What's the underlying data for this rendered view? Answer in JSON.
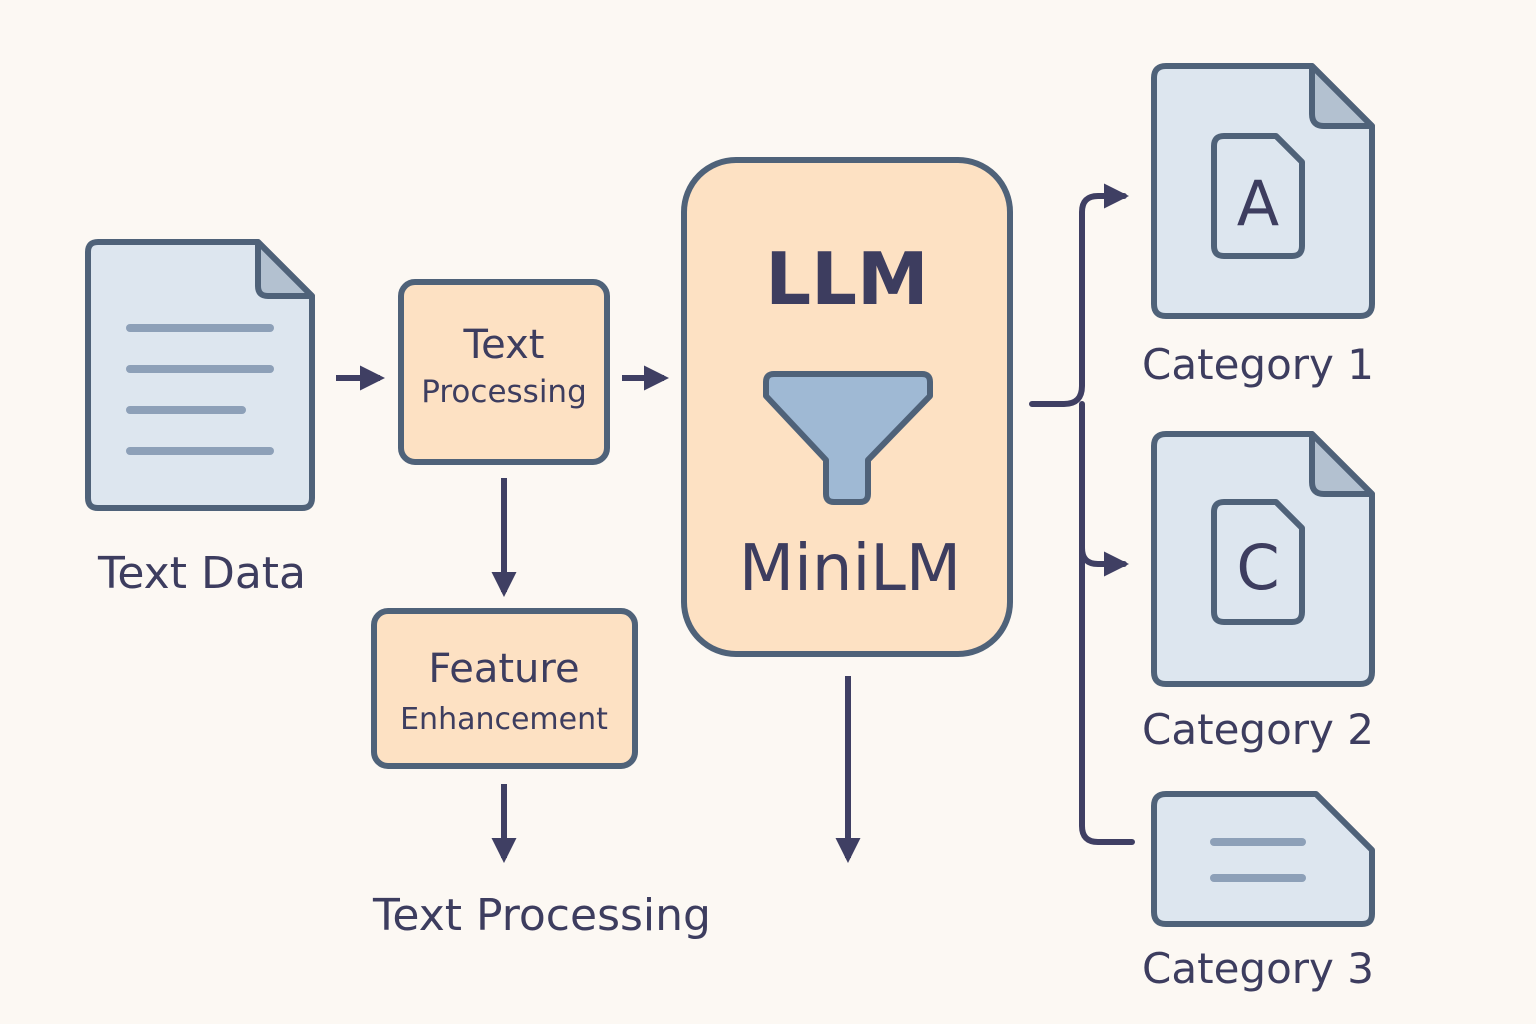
{
  "colors": {
    "background": "#fcf8f3",
    "stroke": "#4f6279",
    "arrow": "#3f3f63",
    "text": "#3d3d5f",
    "doc_fill": "#dde6ef",
    "doc_fold": "#b3c1d0",
    "doc_lines": "#8da0b8",
    "box_fill": "#fde1c3",
    "funnel_fill": "#9fb9d4"
  },
  "nodes": {
    "text_data": {
      "label": "Text Data",
      "icon": "document-icon"
    },
    "text_processing_box": {
      "line1": "Text",
      "line2": "Processing"
    },
    "feature_enhancement_box": {
      "line1": "Feature",
      "line2": "Enhancement"
    },
    "model_box": {
      "title": "LLM",
      "subtitle": "MiniLM",
      "icon": "funnel-icon"
    },
    "text_processing_output": {
      "label": "Text Processing"
    }
  },
  "categories": [
    {
      "label": "Category 1",
      "letter": "A",
      "icon": "document-icon"
    },
    {
      "label": "Category 2",
      "letter": "C",
      "icon": "document-icon"
    },
    {
      "label": "Category 3",
      "letter": "",
      "icon": "document-icon"
    }
  ]
}
